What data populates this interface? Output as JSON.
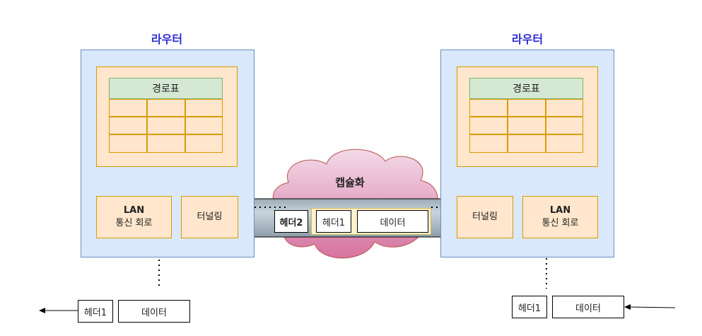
{
  "left_router": {
    "title": "라우터",
    "routing_table": "경로표",
    "lan": {
      "line1": "LAN",
      "line2": "통신 회로"
    },
    "tunneling": "터널링"
  },
  "right_router": {
    "title": "라우터",
    "routing_table": "경로표",
    "lan": {
      "line1": "LAN",
      "line2": "통신 회로"
    },
    "tunneling": "터널링"
  },
  "tunnel": {
    "label": "캡슐화",
    "header2": "헤더2",
    "header1": "헤더1",
    "data": "데이터"
  },
  "left_packet": {
    "header1": "헤더1",
    "data": "데이터"
  },
  "right_packet": {
    "header1": "헤더1",
    "data": "데이터"
  },
  "colors": {
    "router_fill": "#dae8fc",
    "orange_fill": "#ffe6cc",
    "table_header_fill": "#d5e8d4",
    "cloud_fill": "#e6a0c4",
    "tunnel_fill": "#bac8d3",
    "title_color": "#2b2bd6"
  }
}
